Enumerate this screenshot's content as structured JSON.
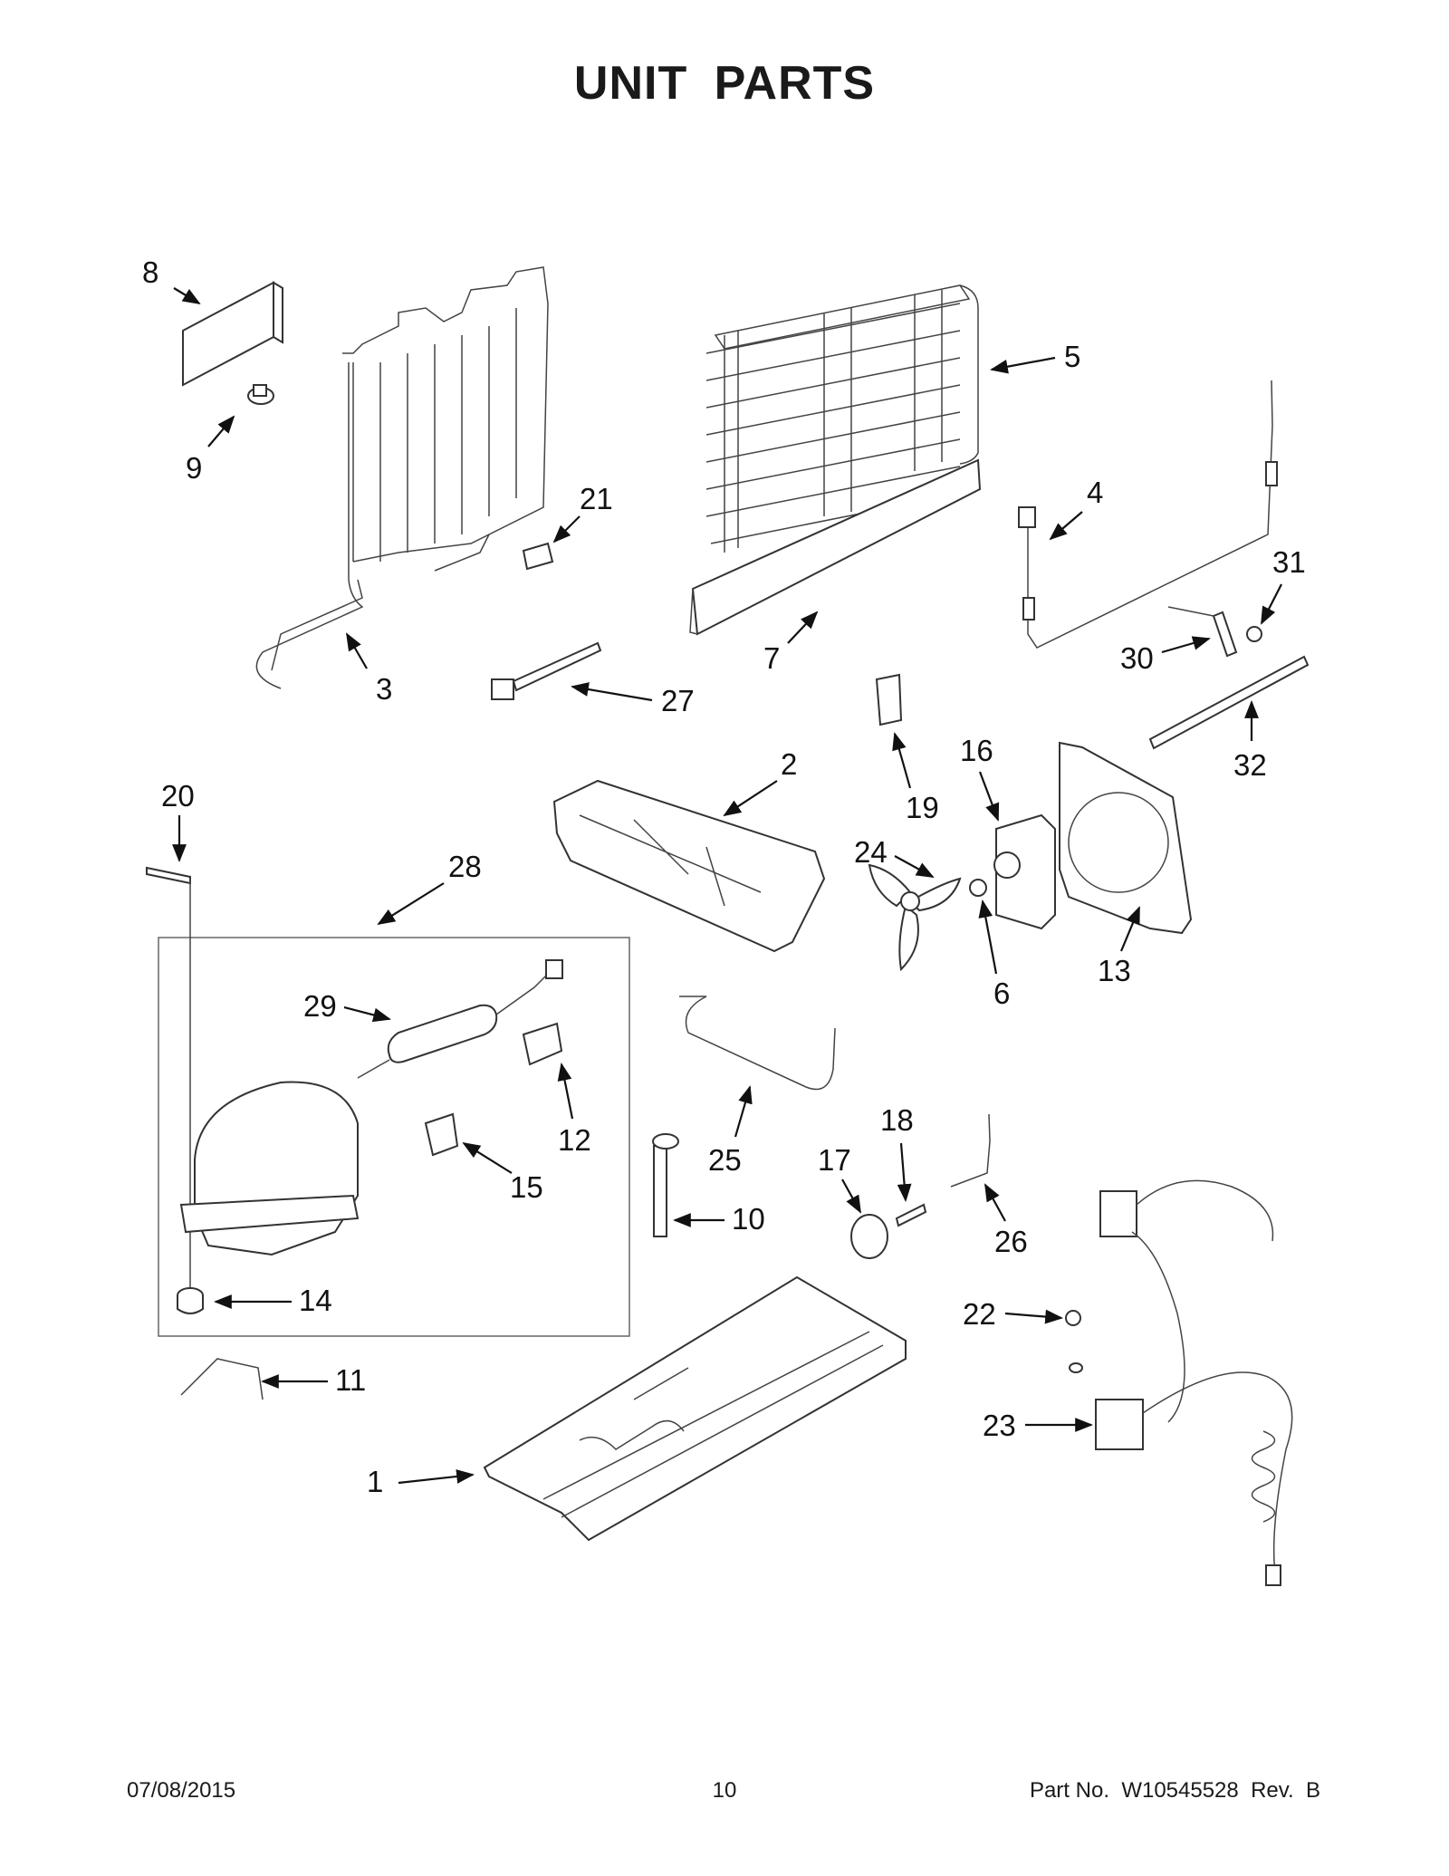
{
  "title": "UNIT  PARTS",
  "footer": {
    "date": "07/08/2015",
    "page": "10",
    "part_number": "Part No.  W10545528  Rev.  B"
  },
  "callouts": [
    "1",
    "2",
    "3",
    "4",
    "5",
    "6",
    "7",
    "8",
    "9",
    "10",
    "11",
    "12",
    "13",
    "14",
    "15",
    "16",
    "17",
    "18",
    "19",
    "20",
    "21",
    "22",
    "23",
    "24",
    "25",
    "26",
    "27",
    "28",
    "29",
    "30",
    "31",
    "32"
  ],
  "colors": {
    "ink": "#111111",
    "line": "#333333",
    "paper": "#ffffff"
  }
}
